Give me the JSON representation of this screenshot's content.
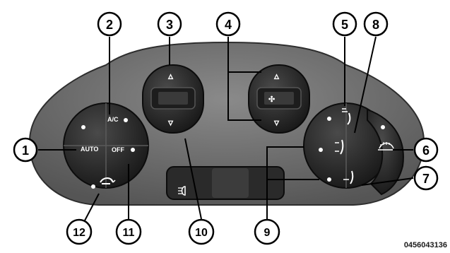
{
  "diagram": {
    "image_code": "0456043136",
    "button_labels": {
      "auto": "AUTO",
      "ac": "A/C",
      "off": "OFF"
    },
    "callouts": [
      "1",
      "2",
      "3",
      "4",
      "5",
      "6",
      "7",
      "8",
      "9",
      "10",
      "11",
      "12"
    ],
    "icons": {
      "arrow_up": "▵",
      "arrow_down": "▿",
      "fan_glyph": "✣",
      "rear_defrost": "rear-defrost-icon",
      "recirculation": "recirculation-icon",
      "fog_light": "fog-light-icon",
      "panel_mode": "panel-mode-icon",
      "bilevel_mode": "bilevel-mode-icon",
      "floor_mode": "floor-mode-icon",
      "mix_mode": "mix-mode-icon"
    },
    "colors": {
      "panel": "#6e6e6e",
      "panel_dark": "#3a3a3a",
      "knob": "#262626",
      "callout_fill": "#ffffff",
      "callout_stroke": "#000000"
    }
  }
}
